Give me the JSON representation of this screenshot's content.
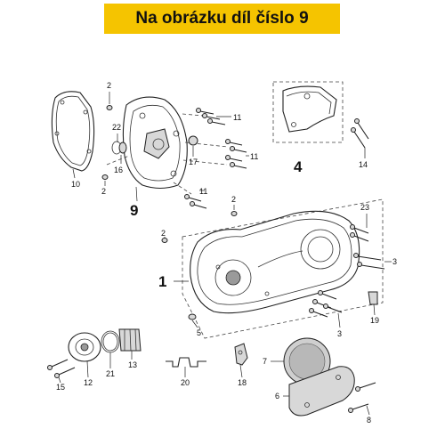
{
  "banner": {
    "text": "Na obrázku díl číslo 9"
  },
  "callouts": {
    "p1": "1",
    "p2a": "2",
    "p2b": "2",
    "p2c": "2",
    "p2d": "2",
    "p3a": "3",
    "p3b": "3",
    "p4": "4",
    "p5": "5",
    "p6": "6",
    "p7": "7",
    "p8": "8",
    "p9": "9",
    "p10": "10",
    "p11a": "11",
    "p11b": "11",
    "p11c": "11",
    "p12": "12",
    "p13": "13",
    "p14": "14",
    "p15": "15",
    "p16": "16",
    "p17": "17",
    "p18": "18",
    "p19": "19",
    "p20": "20",
    "p21": "21",
    "p22": "22",
    "p23": "23"
  }
}
